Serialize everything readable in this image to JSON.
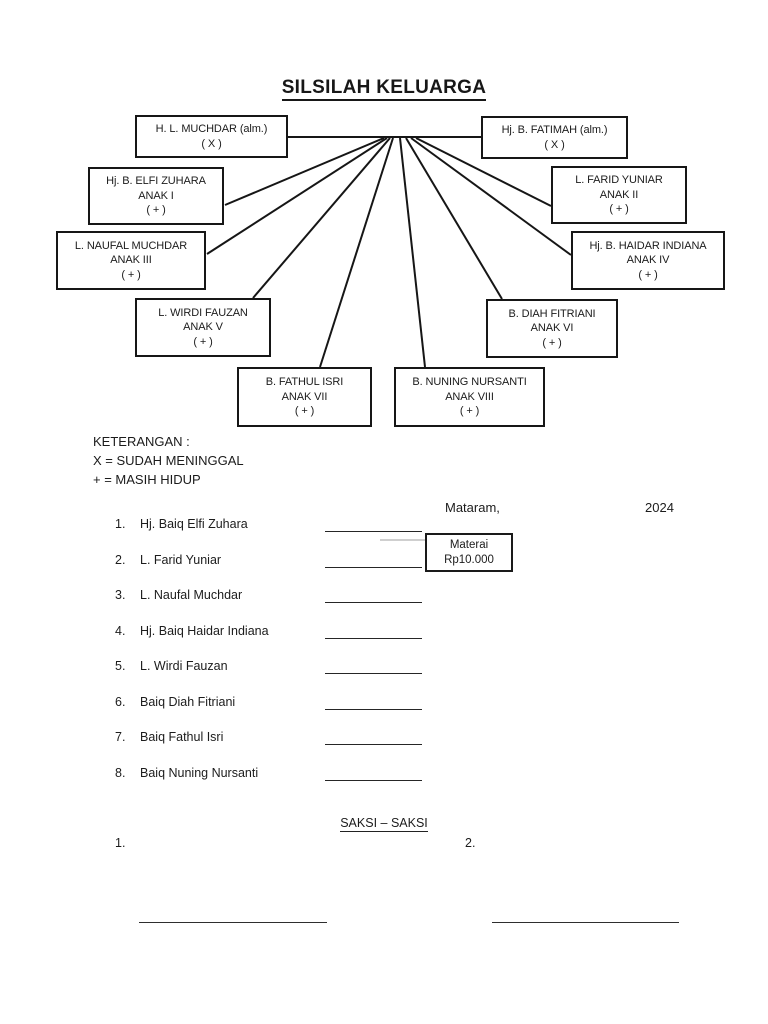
{
  "page": {
    "title": "SILSILAH KELUARGA"
  },
  "tree": {
    "parents": [
      {
        "name": "H. L. MUCHDAR (alm.)",
        "status": "( X )"
      },
      {
        "name": "Hj. B. FATIMAH (alm.)",
        "status": "( X )"
      }
    ],
    "children": [
      {
        "name": "Hj. B. ELFI ZUHARA",
        "order": "ANAK I",
        "status": "( + )"
      },
      {
        "name": "L. FARID YUNIAR",
        "order": "ANAK II",
        "status": "( + )"
      },
      {
        "name": "L. NAUFAL MUCHDAR",
        "order": "ANAK III",
        "status": "( + )"
      },
      {
        "name": "Hj. B. HAIDAR INDIANA",
        "order": "ANAK IV",
        "status": "( + )"
      },
      {
        "name": "L. WIRDI FAUZAN",
        "order": "ANAK V",
        "status": "( + )"
      },
      {
        "name": "B. DIAH FITRIANI",
        "order": "ANAK VI",
        "status": "( + )"
      },
      {
        "name": "B. FATHUL ISRI",
        "order": "ANAK VII",
        "status": "( + )"
      },
      {
        "name": "B. NUNING NURSANTI",
        "order": "ANAK VIII",
        "status": "( + )"
      }
    ]
  },
  "legend": {
    "heading": "KETERANGAN :",
    "line1": "X = SUDAH MENINGGAL",
    "line2": "+ = MASIH HIDUP"
  },
  "signing": {
    "place": "Mataram,",
    "year": "2024",
    "materai": {
      "line1": "Materai",
      "line2": "Rp10.000"
    },
    "signers": [
      {
        "no": "1.",
        "name": "Hj. Baiq Elfi Zuhara"
      },
      {
        "no": "2.",
        "name": "L. Farid Yuniar"
      },
      {
        "no": "3.",
        "name": "L. Naufal Muchdar"
      },
      {
        "no": "4.",
        "name": "Hj. Baiq Haidar Indiana"
      },
      {
        "no": "5.",
        "name": "L. Wirdi Fauzan"
      },
      {
        "no": "6.",
        "name": "Baiq Diah Fitriani"
      },
      {
        "no": "7.",
        "name": "Baiq Fathul Isri"
      },
      {
        "no": "8.",
        "name": "Baiq Nuning Nursanti"
      }
    ]
  },
  "witnesses": {
    "heading": "SAKSI – SAKSI",
    "items": [
      {
        "no": "1."
      },
      {
        "no": "2."
      }
    ]
  }
}
